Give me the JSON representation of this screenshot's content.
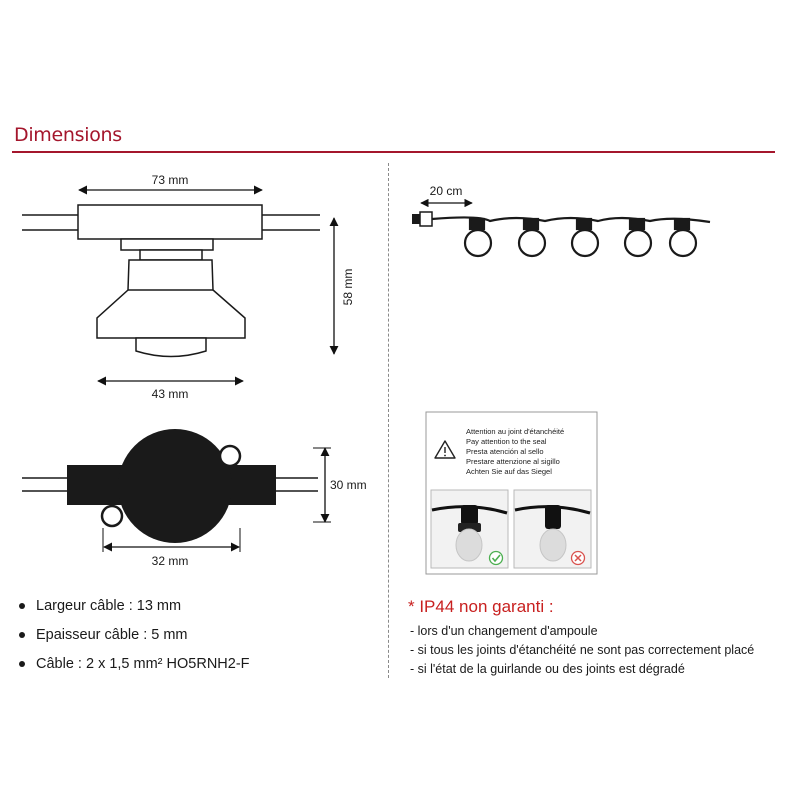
{
  "header": {
    "title": "Dimensions",
    "accent_color": "#a4162c"
  },
  "side_view": {
    "width_label": "73 mm",
    "height_label": "58 mm",
    "base_label": "43 mm"
  },
  "top_view": {
    "height_label": "30 mm",
    "width_label": "32 mm"
  },
  "string_view": {
    "spacing_label": "20 cm"
  },
  "seal_notice": {
    "lines": [
      "Attention au joint d'étanchéité",
      "Pay attention to the seal",
      "Presta atención al sello",
      "Prestare attenzione al sigillo",
      "Achten Sie auf das Siegel"
    ],
    "correct_icon": "check-icon",
    "incorrect_icon": "cross-icon",
    "correct_color": "#4caf50",
    "incorrect_color": "#d9534f"
  },
  "specs": [
    "Largeur câble : 13 mm",
    "Epaisseur câble : 5 mm",
    "Câble : 2 x 1,5 mm² HO5RNH2-F"
  ],
  "warning": {
    "title": "* IP44 non garanti :",
    "color": "#c8201f",
    "items": [
      "- lors d'un changement d'ampoule",
      "- si tous les joints d'étanchéité ne sont pas correctement placé",
      "- si l'état de la guirlande ou des joints est dégradé"
    ]
  }
}
